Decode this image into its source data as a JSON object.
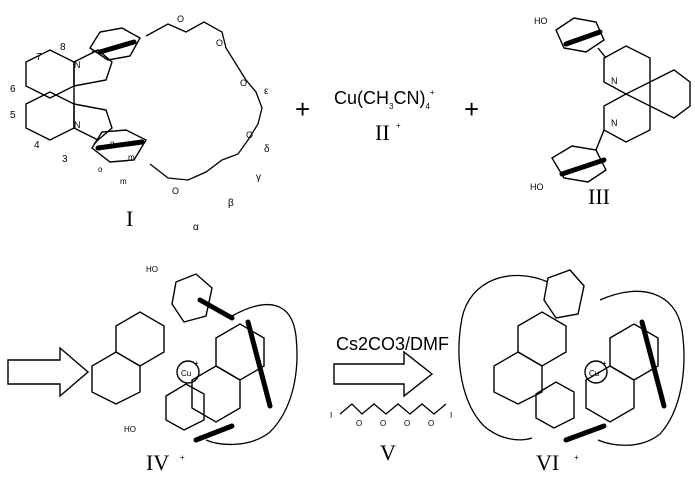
{
  "plus_sign": "+",
  "compound_I": {
    "label": "I",
    "oxygen": "O",
    "nitrogen": "N",
    "positions": [
      "8",
      "7",
      "6",
      "5",
      "4",
      "3"
    ],
    "ortho": "o",
    "meta": "m",
    "chain_greek": [
      "α",
      "β",
      "γ",
      "δ",
      "ε"
    ]
  },
  "compound_II": {
    "formula": "Cu(CH3CN)4+",
    "formula_base": "Cu(CH",
    "sub3": "3",
    "mid": "CN)",
    "sub4": "4",
    "charge": "+",
    "label": "II"
  },
  "compound_III": {
    "label": "III",
    "hydroxyl": "HO",
    "nitrogen": "N"
  },
  "compound_IV": {
    "label": "IV",
    "charge": "+",
    "hydroxyl": "HO",
    "metal": "Cu",
    "metal_charge": "+"
  },
  "reagent": {
    "text": "Cs2CO3/DMF",
    "iodide_label": "V",
    "iodine": "I",
    "oxygen": "O"
  },
  "compound_VI": {
    "label": "VI",
    "charge": "+",
    "metal": "Cu",
    "metal_charge": "+"
  }
}
